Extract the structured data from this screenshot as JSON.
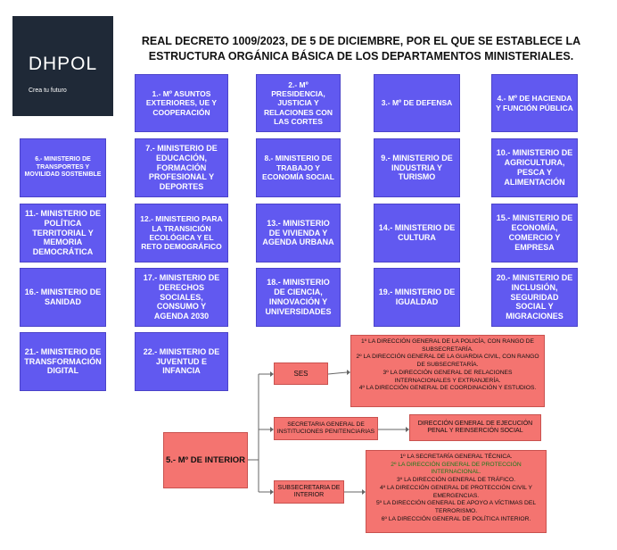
{
  "logo": {
    "brand": "DHPOL",
    "tagline": "Crea tu futuro"
  },
  "title": {
    "line1": "REAL DECRETO 1009/2023, DE 5 DE DICIEMBRE, POR EL QUE SE ESTABLECE LA",
    "line2": "ESTRUCTURA ORGÁNICA BÁSICA DE LOS DEPARTAMENTOS MINISTERIALES."
  },
  "ministries": {
    "m1": "1.- Mº ASUNTOS EXTERIORES, UE Y COOPERACIÓN",
    "m2": "2.- Mº PRESIDENCIA, JUSTICIA Y RELACIONES CON LAS CORTES",
    "m3": "3.- Mº DE DEFENSA",
    "m4": "4.- Mº DE HACIENDA Y FUNCIÓN PÚBLICA",
    "m5": "5.- Mº DE INTERIOR",
    "m6": "6.- MINISTERIO DE TRANSPORTES Y MOVILIDAD SOSTENIBLE",
    "m7": "7.- MINISTERIO DE EDUCACIÓN, FORMACIÓN PROFESIONAL Y DEPORTES",
    "m8": "8.- MINISTERIO DE TRABAJO Y ECONOMÍA SOCIAL",
    "m9": "9.- MINISTERIO DE INDUSTRIA Y TURISMO",
    "m10": "10.- MINISTERIO DE AGRICULTURA, PESCA Y ALIMENTACIÓN",
    "m11": "11.- MINISTERIO DE POLÍTICA TERRITORIAL Y MEMORIA DEMOCRÁTICA",
    "m12": "12.- MINISTERIO PARA LA TRANSICIÓN ECOLÓGICA Y EL RETO DEMOGRÁFICO",
    "m13": "13.- MINISTERIO DE VIVIENDA Y AGENDA URBANA",
    "m14": "14.- MINISTERIO DE CULTURA",
    "m15": "15.- MINISTERIO DE ECONOMÍA, COMERCIO Y EMPRESA",
    "m16": "16.- MINISTERIO DE SANIDAD",
    "m17": "17.- MINISTERIO DE DERECHOS SOCIALES, CONSUMO Y AGENDA 2030",
    "m18": "18.- MINISTERIO DE CIENCIA, INNOVACIÓN Y UNIVERSIDADES",
    "m19": "19.- MINISTERIO DE IGUALDAD",
    "m20": "20.- MINISTERIO DE INCLUSIÓN, SEGURIDAD SOCIAL Y MIGRACIONES",
    "m21": "21.- MINISTERIO DE TRANSFORMACIÓN DIGITAL",
    "m22": "22.- MINISTERIO DE JUVENTUD E INFANCIA"
  },
  "interior": {
    "ses": "SES",
    "ses_items": [
      "1º LA DIRECCIÓN GENERAL DE LA POLICÍA, CON RANGO DE SUBSECRETARÍA.",
      "2º LA DIRECCIÓN GENERAL DE LA GUARDIA CIVIL, CON RANGO DE SUBSECRETARÍA.",
      "3º LA DIRECCIÓN GENERAL DE RELACIONES INTERNACIONALES Y EXTRANJERÍA.",
      "4º LA DIRECCIÓN GENERAL DE COORDINACIÓN Y ESTUDIOS."
    ],
    "sgip": "SECRETARIA GENERAL DE INSTITUCIONES PENITENCIARIAS",
    "sgip_item": "DIRECCIÓN GENERAL DE EJECUCIÓN PENAL Y REINSERCIÓN SOCIAL",
    "sub": "SUBSECRETARIA DE INTERIOR",
    "sub_items": [
      "1º LA SECRETARÍA GENERAL TÉCNICA.",
      "2º LA DIRECCIÓN GENERAL DE PROTECCIÓN INTERNACIONAL.",
      "3º LA DIRECCIÓN GENERAL DE TRÁFICO.",
      "4º LA DIRECCIÓN GENERAL DE PROTECCIÓN CIVIL Y EMERGENCIAS.",
      "5º LA DIRECCIÓN GENERAL DE APOYO A VÍCTIMAS DEL TERRORISMO.",
      "6º LA DIRECCIÓN GENERAL DE POLÍTICA INTERIOR."
    ]
  },
  "colors": {
    "ministry": "#6159f0",
    "interior": "#f47470",
    "highlight": "#1a7a1a",
    "logo_bg": "#1f2937"
  }
}
